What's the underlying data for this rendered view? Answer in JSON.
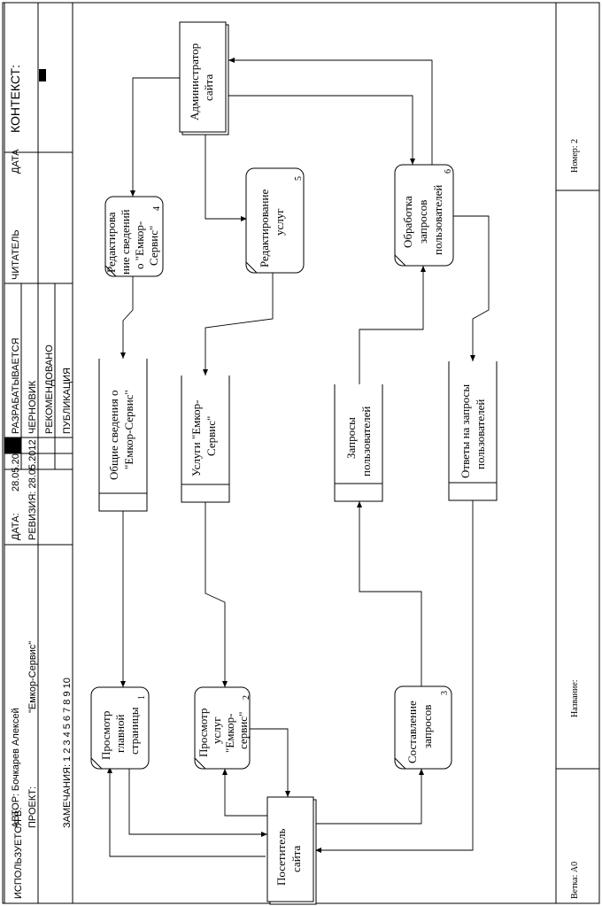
{
  "header": {
    "used_in": "ИСПОЛЬЗУЕТСЯ В:",
    "author": "АВТОР: Бочкарев Алексей",
    "project_label": "ПРОЕКТ:",
    "project_value": "\"Емкор-Сервис\"",
    "notes": "ЗАМЕЧАНИЯ: 1 2 3 4 5 6 7 8 9 10",
    "date_label": "ДАТА:",
    "date_value": "28.05.2012",
    "revision": "РЕВИЗИЯ: 28.05.2012",
    "status_in_dev": "РАЗРАБАТЫВАЕТСЯ",
    "status_draft": "ЧЕРНОВИК",
    "status_recommended": "РЕКОМЕНДОВАНО",
    "status_published": "ПУБЛИКАЦИЯ",
    "reader": "ЧИТАТЕЛЬ",
    "date_col": "ДАТА",
    "context": "КОНТЕКСТ:"
  },
  "footer": {
    "branch": "Ветка: А0",
    "name": "Название:",
    "number": "Номер: 2"
  },
  "entities": {
    "admin": [
      "Администратор",
      "сайта"
    ],
    "visitor": [
      "Посетитель",
      "сайта"
    ]
  },
  "processes": {
    "p1": {
      "lines": [
        "Просмотр",
        "главной",
        "страницы"
      ],
      "num": "1"
    },
    "p2": {
      "lines": [
        "Просмотр",
        "услуг",
        "\"Емкор-",
        "сервис\""
      ],
      "num": "2"
    },
    "p3": {
      "lines": [
        "Составление",
        "запросов"
      ],
      "num": "3"
    },
    "p4": {
      "lines": [
        "Редактирова",
        "ние сведений",
        "о \"Емкор-",
        "Сервис\""
      ],
      "num": "4"
    },
    "p5": {
      "lines": [
        "Редактирование",
        "услуг"
      ],
      "num": "5"
    },
    "p6": {
      "lines": [
        "Обработка",
        "запросов",
        "пользователей"
      ],
      "num": "6"
    }
  },
  "stores": {
    "s1": [
      "Общие сведения о",
      "\"Емкор-Сервис\""
    ],
    "s2": [
      "Услуги \"Емкор-",
      "Сервис\""
    ],
    "s3": [
      "Запросы",
      "пользователей"
    ],
    "s4": [
      "Ответы на запросы",
      "пользователей"
    ]
  }
}
